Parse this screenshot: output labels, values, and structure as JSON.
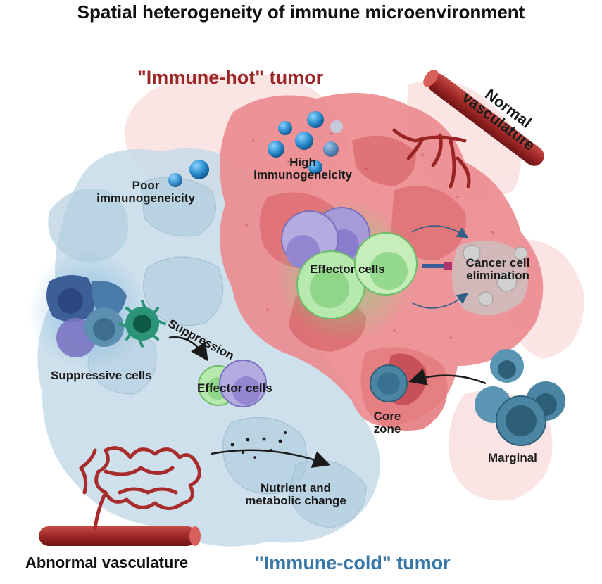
{
  "title": "Spatial heterogeneity of immune microenvironment",
  "labels": {
    "immune_hot": "\"Immune-hot\" tumor",
    "immune_cold": "\"Immune-cold\" tumor",
    "normal_vasc_1": "Normal",
    "normal_vasc_2": "vasculature",
    "abnormal_vasc": "Abnormal vasculature",
    "high_imm_1": "High",
    "high_imm_2": "immunogeneicity",
    "poor_imm_1": "Poor",
    "poor_imm_2": "immunogeneicity",
    "effector_hot": "Effector cells",
    "cancer_elim_1": "Cancer cell",
    "cancer_elim_2": "elimination",
    "suppression": "Suppression",
    "suppressive_cells": "Suppressive cells",
    "effector_cold": "Effector cells",
    "core_1": "Core",
    "core_2": "zone",
    "marginal": "Marginal",
    "nutrient_1": "Nutrient and",
    "nutrient_2": "metabolic change"
  },
  "colors": {
    "hot_tumor": "#e8787c",
    "cold_tumor": "#c4dbe8",
    "vessel": "#a82c2c",
    "effector_green": "#9fd99a",
    "effector_purple": "#a69bd8",
    "suppressive_blue": "#3d5f99",
    "marginal_teal": "#4a86a3",
    "antigen_blue": "#2b8fd0"
  }
}
